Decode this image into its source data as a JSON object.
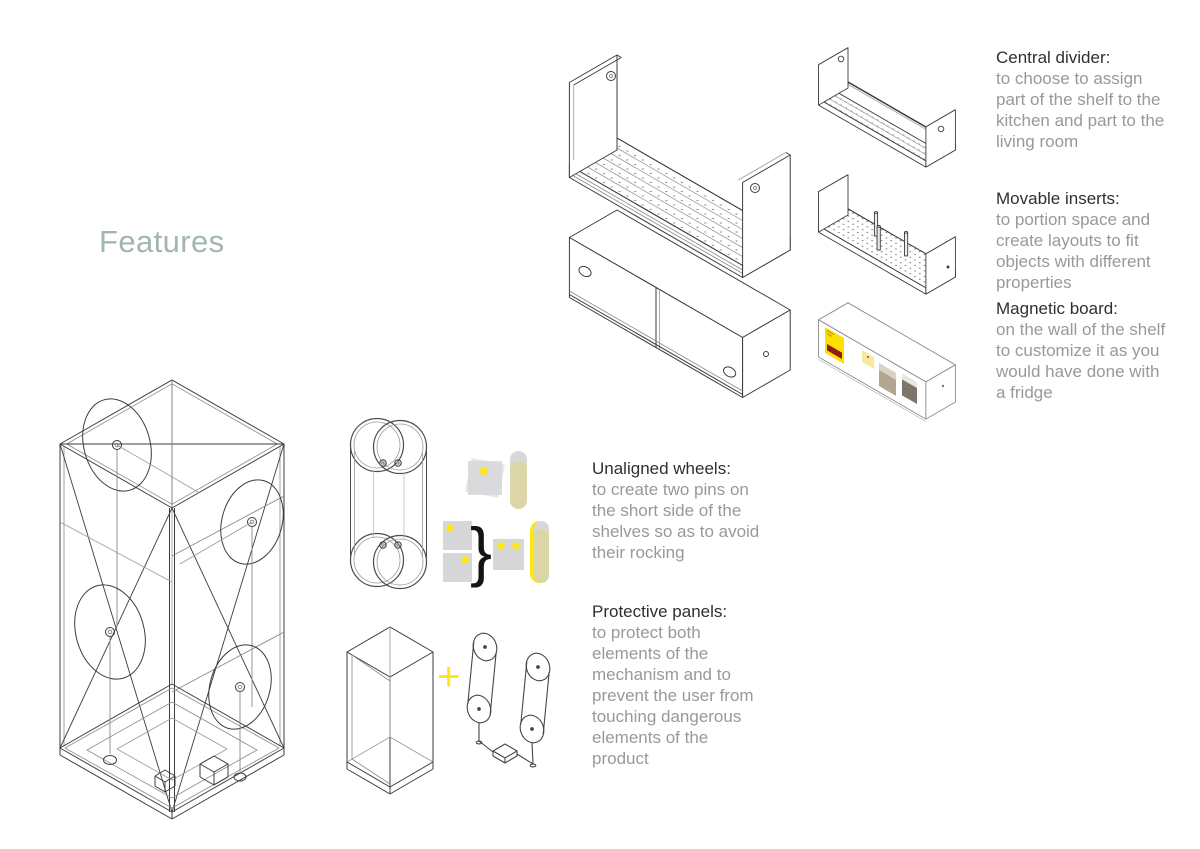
{
  "page": {
    "title": "Features",
    "background_color": "#ffffff"
  },
  "colors": {
    "title_green": "#a2b7ac",
    "heading_text": "#2f2f31",
    "body_text": "#97999c",
    "accent_yellow": "#ffe617",
    "capsule_beige": "#dbd5a8",
    "panel_gray": "#d7d7da",
    "poster_yellow": "#ffdf00",
    "poster_red": "#8e1d12",
    "sticky_yellow": "#f6e9a0",
    "line_dark": "#3c3c3e",
    "line_light": "#9a9a9e"
  },
  "features": {
    "central_divider": {
      "heading": "Central divider:",
      "body": "to choose to assign part of the shelf to the kitchen and part to the living room"
    },
    "movable_inserts": {
      "heading": "Movable inserts:",
      "body": "to portion space and create layouts to fit objects with different properties"
    },
    "magnetic_board": {
      "heading": "Magnetic board:",
      "body": "on the wall of the shelf to customize it as you would have done with a fridge"
    },
    "unaligned_wheels": {
      "heading": "Unaligned wheels:",
      "body": "to create two pins on the short side of the shelves so as to avoid their rocking"
    },
    "protective_panels": {
      "heading": "Protective panels:",
      "body": "to protect both elements of the mechanism and to prevent the user from touching dangerous elements of the product"
    }
  },
  "icons": {
    "plus": "+",
    "brace": "}"
  }
}
